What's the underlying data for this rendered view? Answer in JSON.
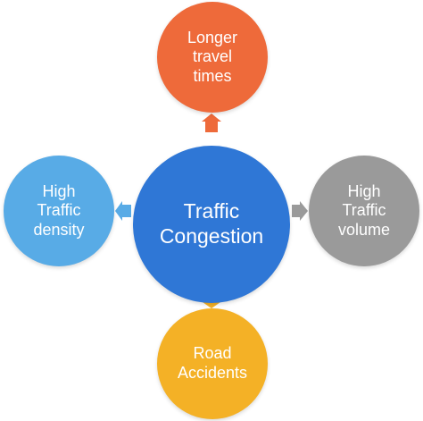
{
  "diagram": {
    "center": {
      "label": "Traffic\nCongestion",
      "color": "#2f77d6"
    },
    "top": {
      "label": "Longer\ntravel\ntimes",
      "color": "#ee6a3a"
    },
    "bottom": {
      "label": "Road\nAccidents",
      "color": "#f4b126"
    },
    "left": {
      "label": "High\nTraffic\ndensity",
      "color": "#58abe6"
    },
    "right": {
      "label": "High\nTraffic\nvolume",
      "color": "#9a9a9a"
    }
  }
}
